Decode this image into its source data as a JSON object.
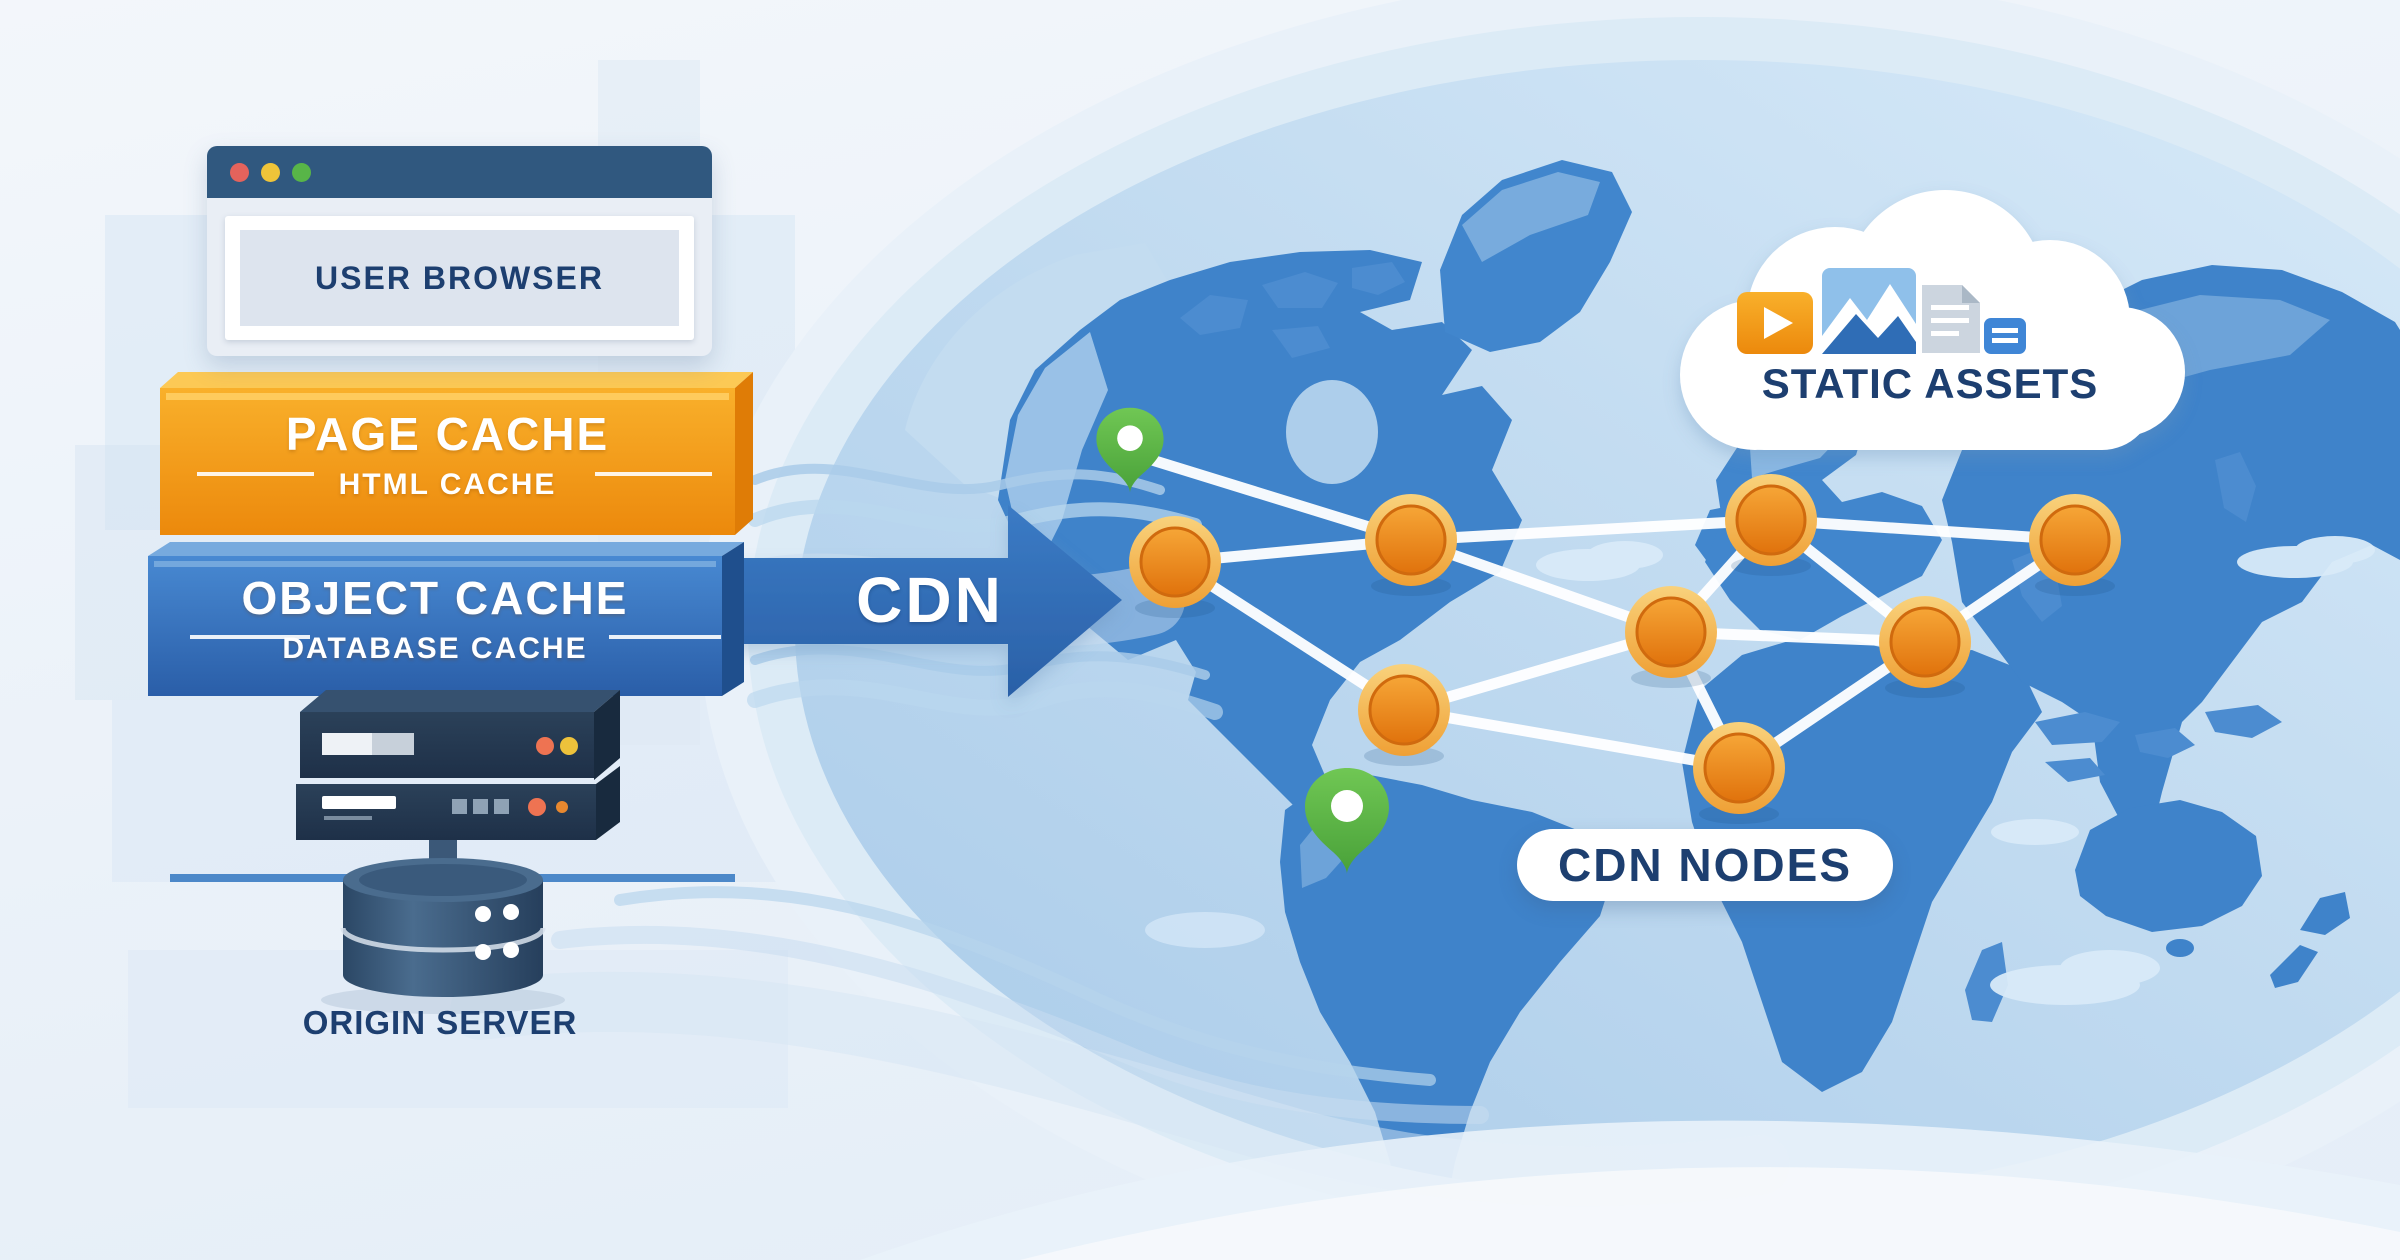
{
  "browser": {
    "label": "USER BROWSER"
  },
  "cache_stack": {
    "page_cache": {
      "title": "PAGE CACHE",
      "subtitle": "HTML CACHE",
      "color": "#f29d18"
    },
    "object_cache": {
      "title": "OBJECT CACHE",
      "subtitle": "DATABASE CACHE",
      "color": "#3572bd"
    }
  },
  "origin_server": {
    "label": "ORIGIN SERVER"
  },
  "cdn_arrow": {
    "label": "CDN",
    "color": "#2e6bb3"
  },
  "map": {
    "node_count": 8,
    "pin_count": 2,
    "node_color": "#f0940f",
    "pin_color": "#5bb44a",
    "land_color": "#3f83ca",
    "link_color": "#ffffff"
  },
  "static_assets": {
    "label": "STATIC ASSETS",
    "icons": [
      "video-icon",
      "image-icon",
      "document-icon",
      "note-icon"
    ]
  },
  "cdn_nodes": {
    "label": "CDN NODES"
  },
  "colors": {
    "navy_text": "#1d3f70",
    "background": "#eff4fa"
  }
}
